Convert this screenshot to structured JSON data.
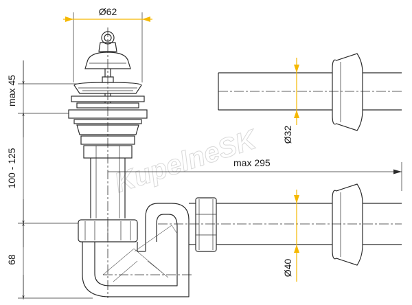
{
  "dimensions": {
    "top_diameter": "Ø62",
    "max_height": "max 45",
    "height_range": "100 - 125",
    "bottom_height": "68",
    "max_length": "max 295",
    "pipe_upper_diameter": "Ø32",
    "pipe_lower_diameter": "Ø40"
  },
  "watermark": {
    "text": "KupelneSK"
  },
  "colors": {
    "accent": "#f5b800",
    "line": "#2b2b2b",
    "watermark": "#cfcfcf"
  }
}
